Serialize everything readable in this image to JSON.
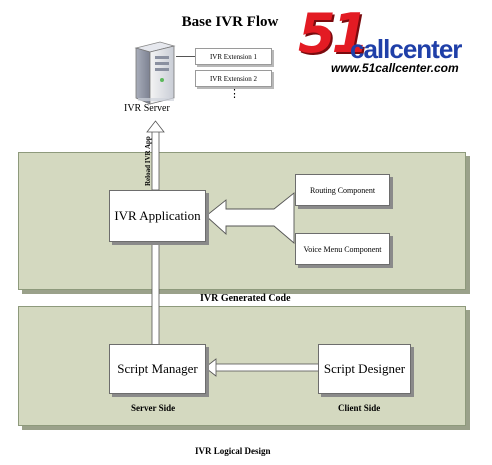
{
  "title": "Base IVR Flow",
  "logo": {
    "number": "51",
    "word": "callcenter",
    "url": "www.51callcenter.com"
  },
  "server": {
    "label": "IVR Server",
    "extensions": [
      "IVR Extension 1",
      "IVR Extension 2"
    ],
    "ellipsis": "⋮"
  },
  "arrow_labels": {
    "reload": "Reload IVR App"
  },
  "generated_panel": {
    "caption": "IVR  Generated Code",
    "ivr_app": "IVR Application",
    "routing": "Routing Component",
    "voice_menu": "Voice Menu Component"
  },
  "logical_panel": {
    "script_manager": "Script Manager",
    "script_designer": "Script Designer",
    "server_side": "Server Side",
    "client_side": "Client Side",
    "caption": "IVR Logical Design"
  },
  "colors": {
    "panel": "#d4d9c0",
    "logo_red": "#e31b23",
    "logo_blue": "#1f3fa8"
  }
}
